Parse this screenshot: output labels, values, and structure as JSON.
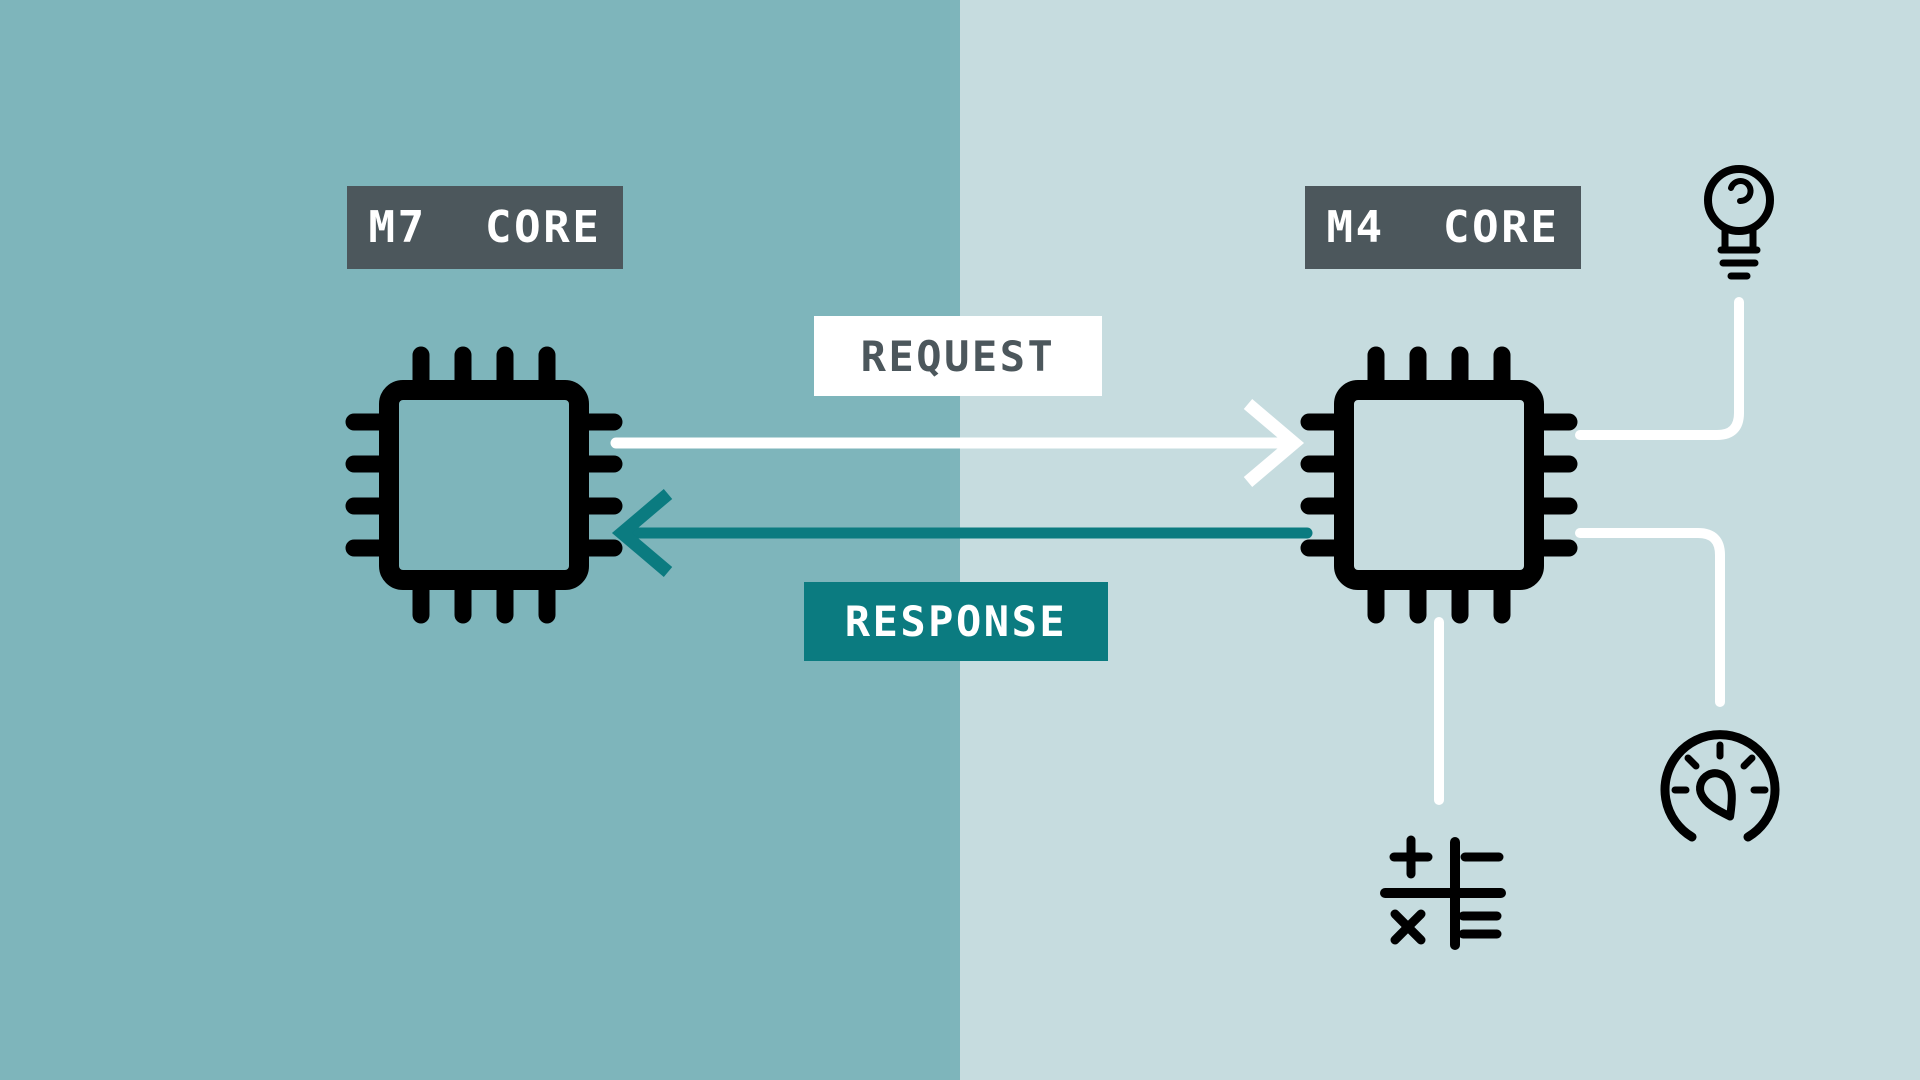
{
  "diagram": {
    "panels": {
      "left_bg": "#7eb5bb",
      "right_bg": "#c6dcdf"
    },
    "nodes": {
      "m7_label": "M7  CORE",
      "m4_label": "M4  CORE"
    },
    "arrows": {
      "request_label": "REQUEST",
      "response_label": "RESPONSE"
    },
    "colors": {
      "core_label_bg": "#4c575c",
      "core_label_text": "#ffffff",
      "request_label_bg": "#ffffff",
      "request_label_text": "#4c575c",
      "request_arrow": "#ffffff",
      "response_label_bg": "#0b7b80",
      "response_label_text": "#ffffff",
      "response_arrow": "#0b7b80",
      "connector": "#ffffff",
      "icon_stroke": "#000000"
    },
    "icons": [
      "m7-chip-icon",
      "m4-chip-icon",
      "lightbulb-icon",
      "gauge-icon",
      "calculator-icon"
    ]
  }
}
